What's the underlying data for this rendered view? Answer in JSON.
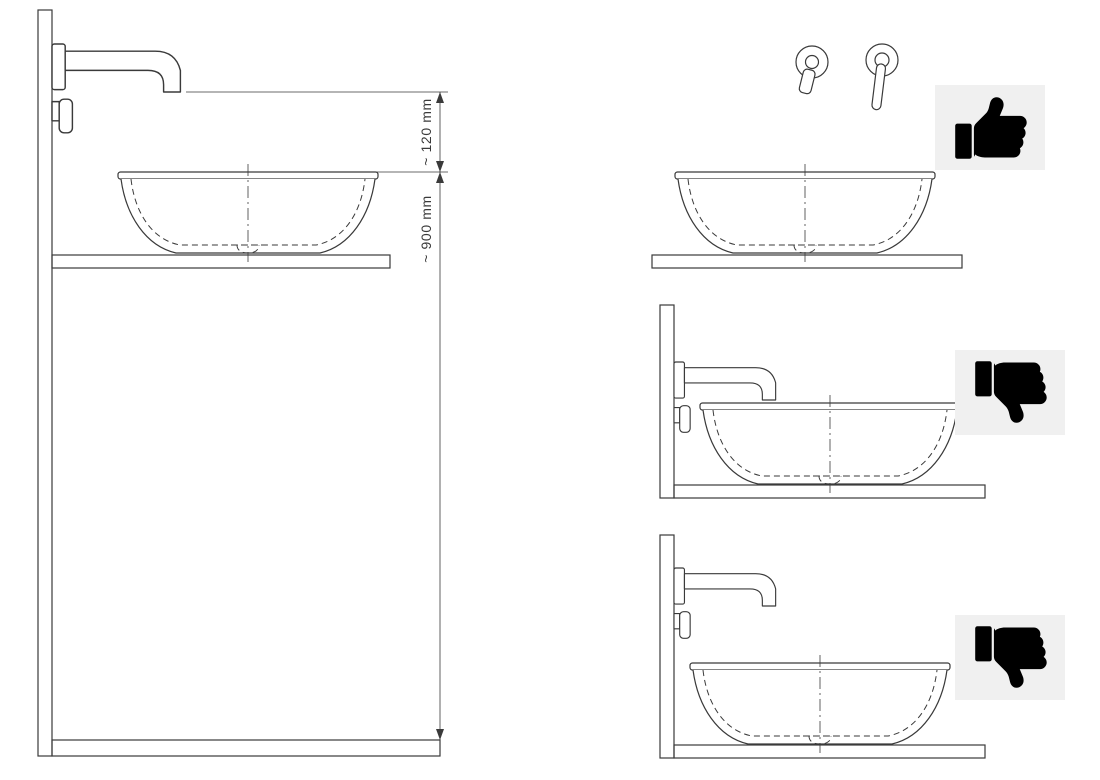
{
  "diagram": {
    "main": {
      "spout_clearance_label": "~ 120 mm",
      "rim_height_label": "~ 900 mm"
    },
    "variants": [
      {
        "id": "correct-installation",
        "icon": "thumbs-up"
      },
      {
        "id": "incorrect-installation-spout-at-rim",
        "icon": "thumbs-down"
      },
      {
        "id": "incorrect-installation-spout-below-rim",
        "icon": "thumbs-down"
      }
    ],
    "colors": {
      "line": "#3a3a3a",
      "icon_background": "#f0f0f0",
      "icon_glyph": "#000000",
      "background": "#ffffff"
    }
  }
}
